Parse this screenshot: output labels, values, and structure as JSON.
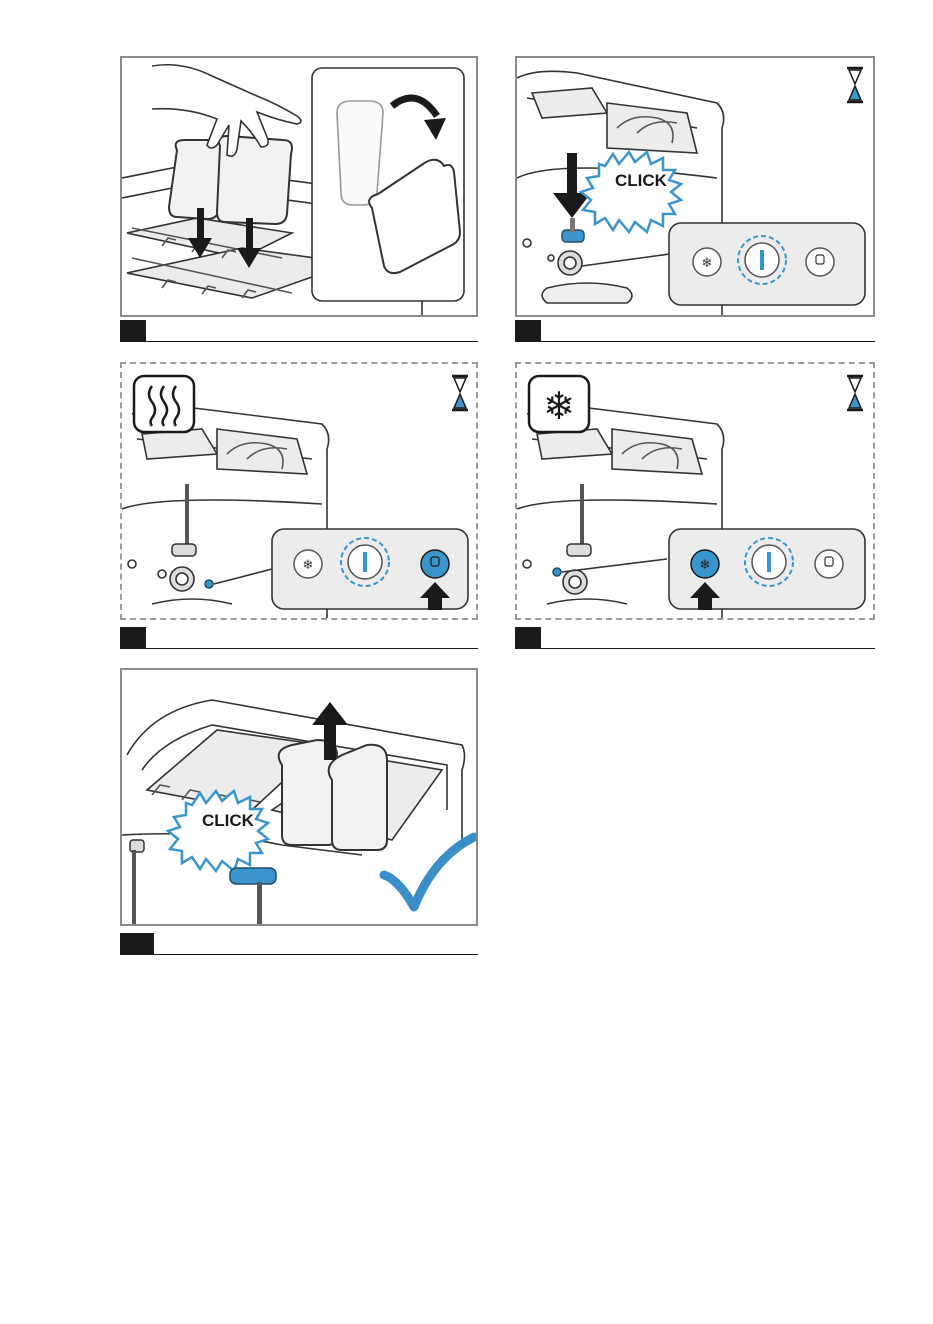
{
  "colors": {
    "accent": "#3a95cc",
    "line": "#333333",
    "frame": "#8a8a8a",
    "fill_light": "#e8e8e8",
    "bread_fill": "#f2f2f2",
    "checkmark": "#3a8fc8"
  },
  "click_text": "CLICK",
  "steps": [
    {
      "id": "step-1",
      "frame": "solid",
      "icons": [
        "hand-icon",
        "bread-slice-icon",
        "down-arrow-icon",
        "rotate-arrow-icon"
      ]
    },
    {
      "id": "step-2",
      "frame": "solid",
      "icons": [
        "hourglass-icon",
        "lever-icon",
        "down-arrow-icon",
        "click-burst-icon",
        "control-panel"
      ]
    },
    {
      "id": "step-3",
      "frame": "dashed",
      "icons": [
        "heat-waves-icon",
        "hourglass-icon",
        "control-panel",
        "up-arrow-icon"
      ],
      "active_button": "reheat"
    },
    {
      "id": "step-4",
      "frame": "dashed",
      "icons": [
        "snowflake-icon",
        "hourglass-icon",
        "control-panel",
        "up-arrow-icon"
      ],
      "active_button": "defrost"
    },
    {
      "id": "step-5",
      "frame": "solid",
      "icons": [
        "up-arrow-icon",
        "click-burst-icon",
        "lever-icon",
        "checkmark-icon"
      ]
    }
  ]
}
